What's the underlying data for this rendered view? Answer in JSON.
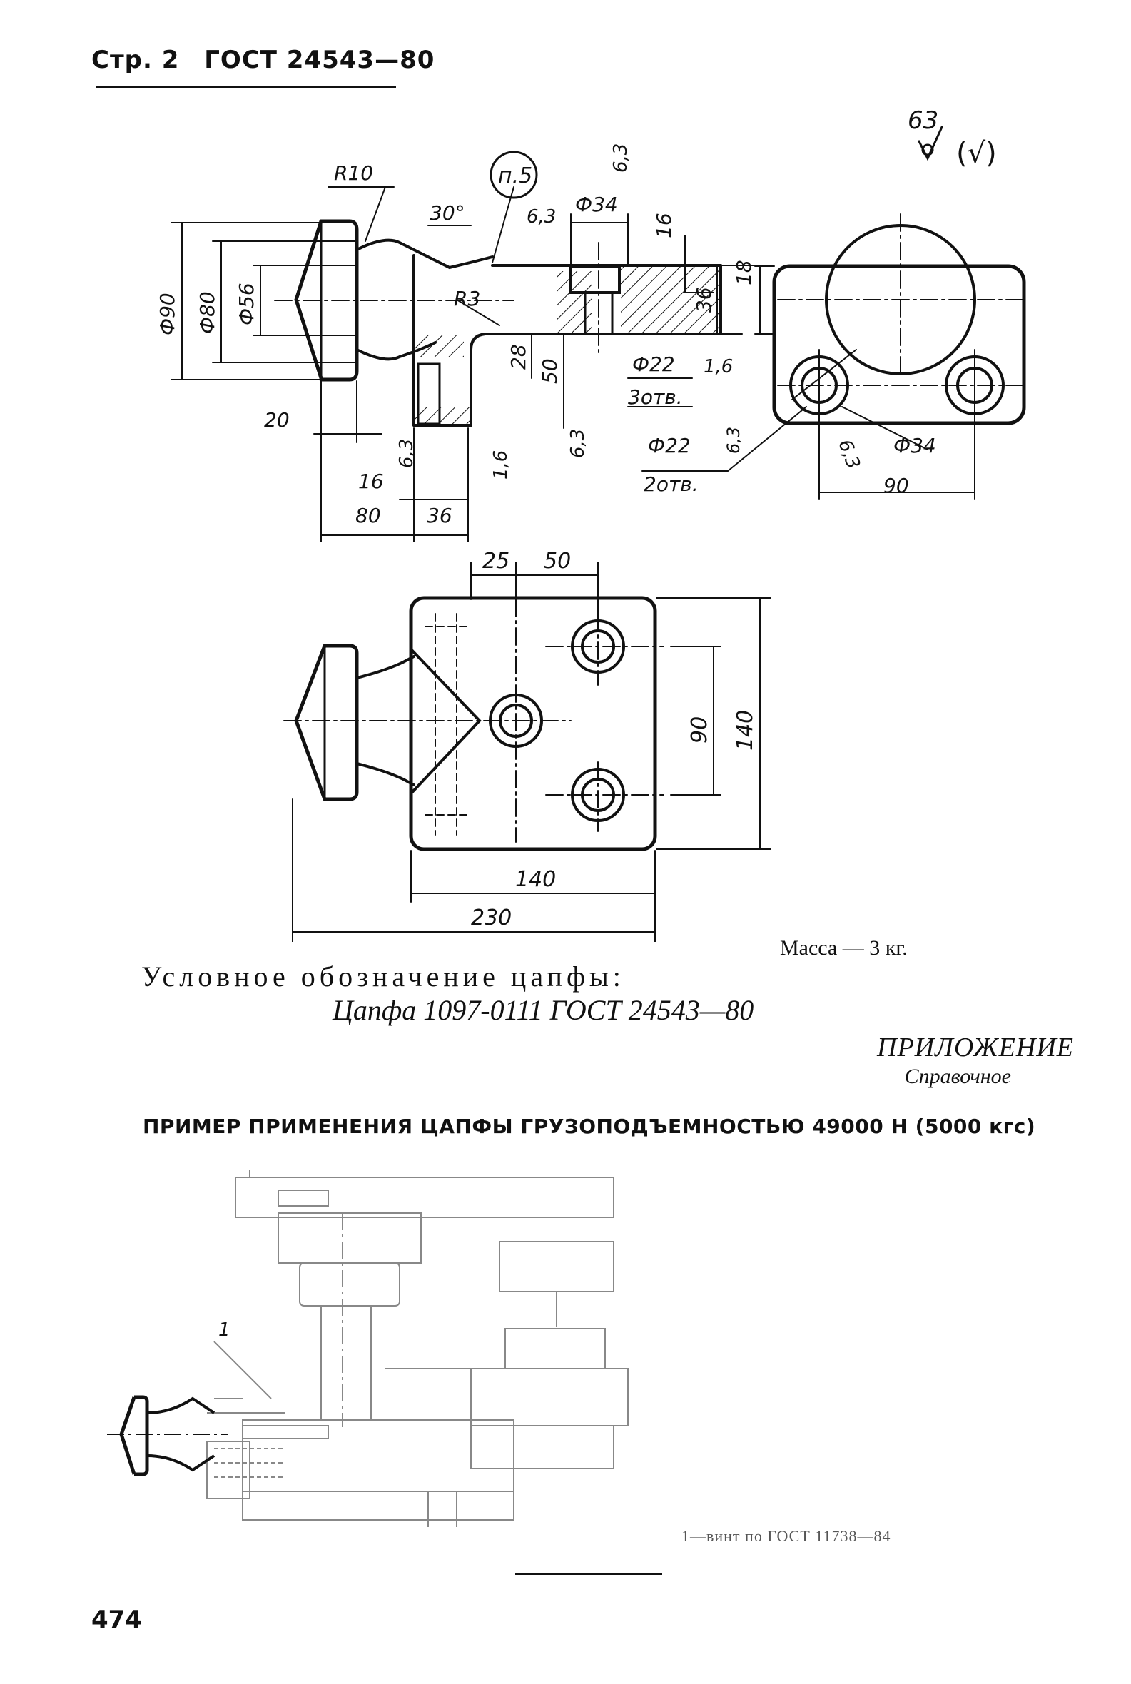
{
  "header": {
    "page_label": "Стр. 2",
    "standard": "ГОСТ 24543—80"
  },
  "drawing_main": {
    "roughness_general": "63",
    "roughness_paren": "(√)",
    "note_ref": "п.5",
    "dims": {
      "r10": "R10",
      "r3": "R3",
      "angle": "30°",
      "d90": "Ф90",
      "d80": "Ф80",
      "d56": "Ф56",
      "d34_top": "Ф34",
      "r63_top": "6,3",
      "r63_inner": "6,3",
      "d16_top": "16",
      "d18": "18",
      "d36_right": "36",
      "d28": "28",
      "d50": "50",
      "d22_3": "Ф22",
      "holes3": "3отв.",
      "r16_right": "1,6",
      "d22_2": "Ф22",
      "holes2": "2отв.",
      "r63_mid": "6,3",
      "r63_bottom_left": "6,3",
      "r16_bottom": "1,6",
      "d20": "20",
      "d16_bottom": "16",
      "d80_bottom": "80",
      "d36_bottom": "36",
      "d34_side": "Ф34",
      "r63_side": "6,3",
      "r63_side2": "6,3",
      "d90_side": "90"
    }
  },
  "drawing_plan": {
    "dims": {
      "d25": "25",
      "d50": "50",
      "d90": "90",
      "d140_v": "140",
      "d140_h": "140",
      "d230": "230"
    }
  },
  "mass": "Масса — 3 кг.",
  "designation": {
    "label": "Условное обозначение цапфы:",
    "value": "Цапфа 1097-0111 ГОСТ 24543—80"
  },
  "appendix": {
    "title": "ПРИЛОЖЕНИЕ",
    "subtitle": "Справочное"
  },
  "example": {
    "title": "ПРИМЕР ПРИМЕНЕНИЯ ЦАПФЫ ГРУЗОПОДЪЕМНОСТЬЮ 49000 Н (5000 кгс)",
    "callout": "1",
    "caption": "1—винт по ГОСТ 11738—84"
  },
  "page_number": "474"
}
